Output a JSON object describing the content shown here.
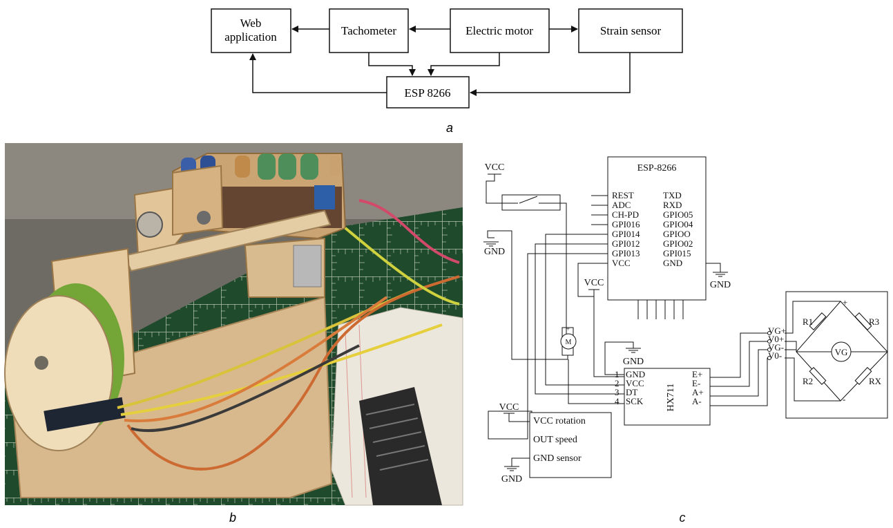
{
  "block_diagram": {
    "web_app_line1": "Web",
    "web_app_line2": "application",
    "tachometer": "Tachometer",
    "motor": "Electric motor",
    "strain": "Strain sensor",
    "esp": "ESP 8266",
    "caption": "a"
  },
  "photo": {
    "caption": "b"
  },
  "schematic": {
    "caption": "c",
    "vcc": "VCC",
    "gnd": "GND",
    "esp_title": "ESP-8266",
    "esp_left_pins": [
      "REST",
      "ADC",
      "CH-PD",
      "GPI016",
      "GPI014",
      "GPI012",
      "GPI013",
      "VCC"
    ],
    "esp_right_pins": [
      "TXD",
      "RXD",
      "GPIO05",
      "GPIO04",
      "GPIOO",
      "GPIO02",
      "GPI015",
      "GND"
    ],
    "hx_title": "HX711",
    "hx_left_nums": [
      "1",
      "2",
      "3",
      "4"
    ],
    "hx_left_pins": [
      "GND",
      "VCC",
      "DT",
      "SCK"
    ],
    "hx_right_pins": [
      "E+",
      "E-",
      "A+",
      "A-"
    ],
    "bridge_labels": [
      "VG+",
      "V0+",
      "VG-",
      "V0-"
    ],
    "resistors": [
      "R1",
      "R3",
      "R2",
      "RX"
    ],
    "vg": "VG",
    "plus": "+",
    "minus": "-",
    "sensor_pins": [
      "VCC rotation",
      "OUT speed",
      "GND sensor"
    ]
  }
}
